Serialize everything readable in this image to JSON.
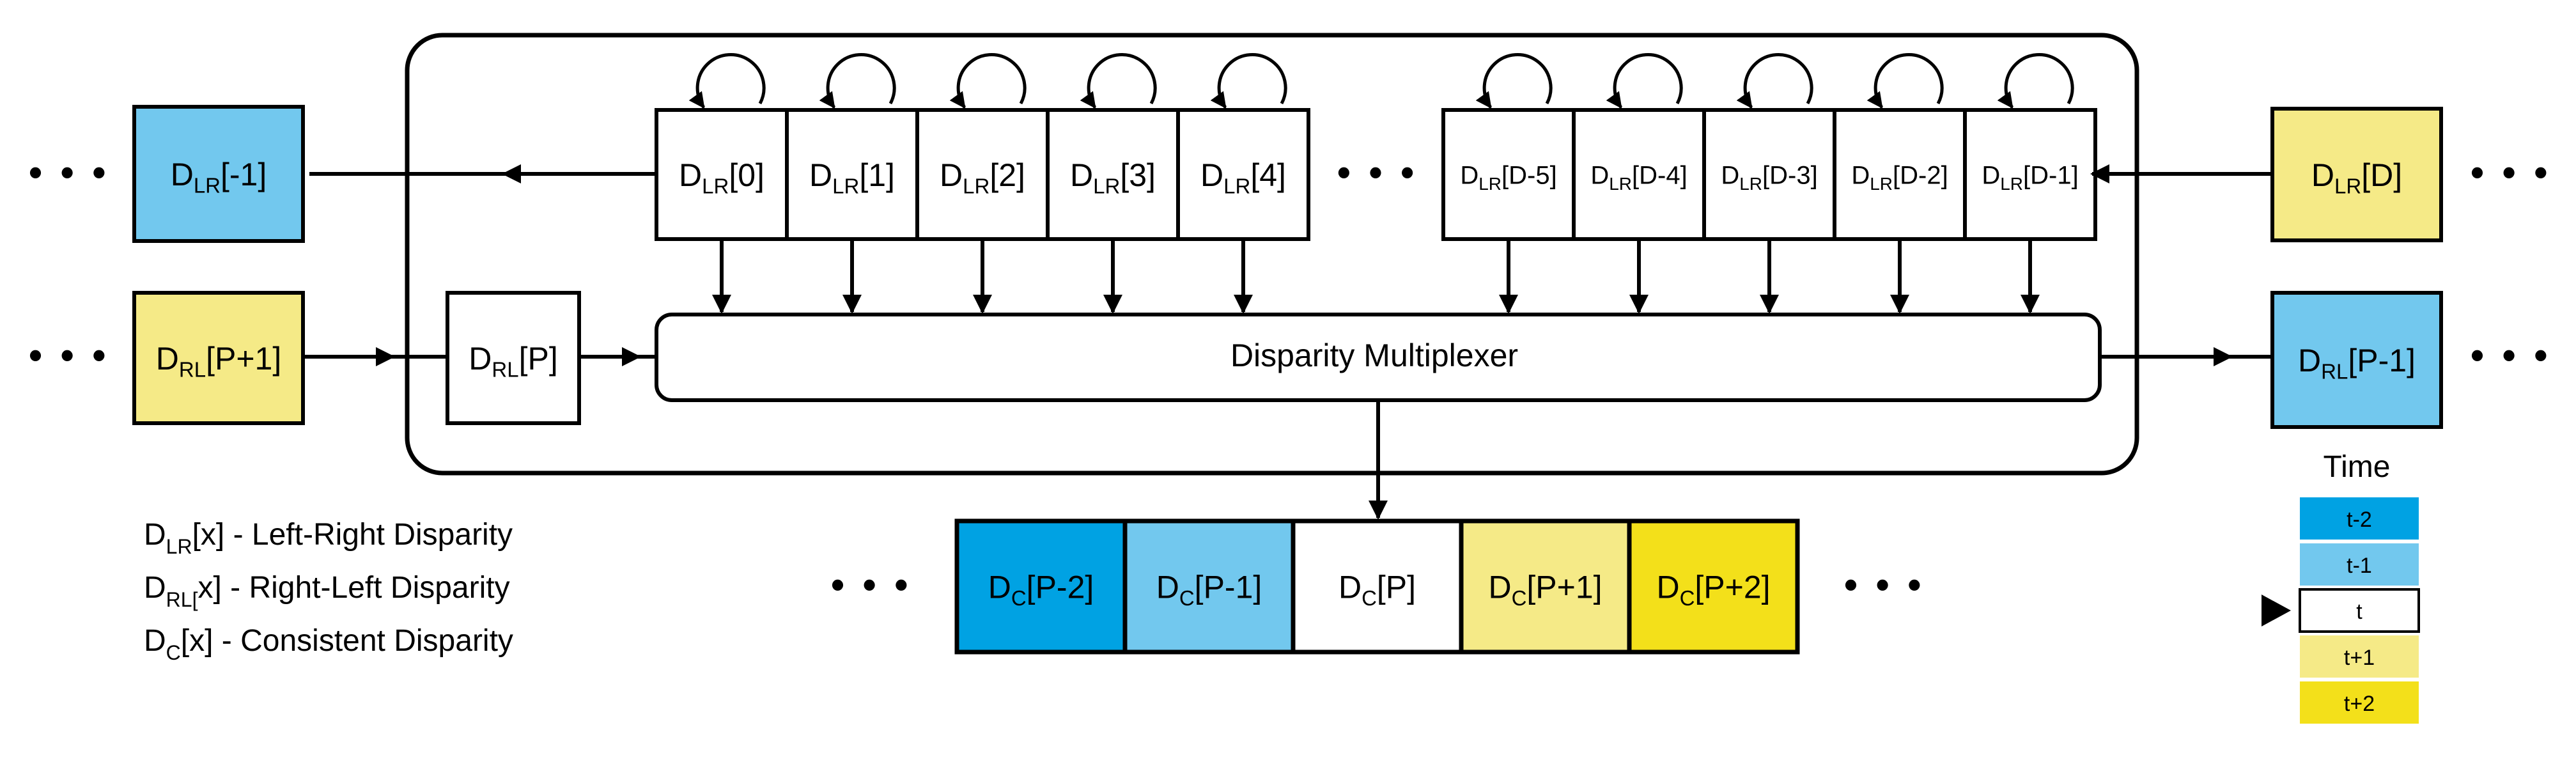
{
  "colors": {
    "blue_dark": "#00A2E3",
    "blue_light": "#72C8EE",
    "yellow_light": "#F5EA87",
    "yellow_dark": "#F3E01A",
    "white": "#FFFFFF",
    "stroke": "#000000"
  },
  "ellipsis": "• • •",
  "lr_cells": [
    {
      "base": "D",
      "sub": "LR",
      "idx": "[0]"
    },
    {
      "base": "D",
      "sub": "LR",
      "idx": "[1]"
    },
    {
      "base": "D",
      "sub": "LR",
      "idx": "[2]"
    },
    {
      "base": "D",
      "sub": "LR",
      "idx": "[3]"
    },
    {
      "base": "D",
      "sub": "LR",
      "idx": "[4]"
    },
    {
      "base": "D",
      "sub": "LR",
      "idx": "[D-5]"
    },
    {
      "base": "D",
      "sub": "LR",
      "idx": "[D-4]"
    },
    {
      "base": "D",
      "sub": "LR",
      "idx": "[D-3]"
    },
    {
      "base": "D",
      "sub": "LR",
      "idx": "[D-2]"
    },
    {
      "base": "D",
      "sub": "LR",
      "idx": "[D-1]"
    }
  ],
  "left_lr": {
    "base": "D",
    "sub": "LR",
    "idx": "[-1]",
    "color": "#72C8EE"
  },
  "right_lr": {
    "base": "D",
    "sub": "LR",
    "idx": "[D]",
    "color": "#F5EA87"
  },
  "left_rl": {
    "base": "D",
    "sub": "RL",
    "idx": "[P+1]",
    "color": "#F5EA87"
  },
  "inner_rl": {
    "base": "D",
    "sub": "RL",
    "idx": "[P]",
    "color": "#FFFFFF"
  },
  "right_rl": {
    "base": "D",
    "sub": "RL",
    "idx": "[P-1]",
    "color": "#72C8EE"
  },
  "multiplexer_label": "Disparity Multiplexer",
  "consistent_cells": [
    {
      "base": "D",
      "sub": "C",
      "idx": "[P-2]",
      "color": "#00A2E3"
    },
    {
      "base": "D",
      "sub": "C",
      "idx": "[P-1]",
      "color": "#72C8EE"
    },
    {
      "base": "D",
      "sub": "C",
      "idx": "[P]",
      "color": "#FFFFFF"
    },
    {
      "base": "D",
      "sub": "C",
      "idx": "[P+1]",
      "color": "#F5EA87"
    },
    {
      "base": "D",
      "sub": "C",
      "idx": "[P+2]",
      "color": "#F3E01A"
    }
  ],
  "legend": [
    {
      "base": "D",
      "sub": "LR",
      "text": "[x] - Left-Right Disparity"
    },
    {
      "base": "D",
      "sub": "RL[",
      "text": "x] - Right-Left Disparity"
    },
    {
      "base": "D",
      "sub": "C",
      "text": "[x] - Consistent Disparity"
    }
  ],
  "time_legend": {
    "title": "Time",
    "items": [
      {
        "label": "t-2",
        "color": "#00A2E3"
      },
      {
        "label": "t-1",
        "color": "#72C8EE"
      },
      {
        "label": "t",
        "color": "#FFFFFF"
      },
      {
        "label": "t+1",
        "color": "#F5EA87"
      },
      {
        "label": "t+2",
        "color": "#F3E01A"
      }
    ],
    "current_marker": "t"
  }
}
